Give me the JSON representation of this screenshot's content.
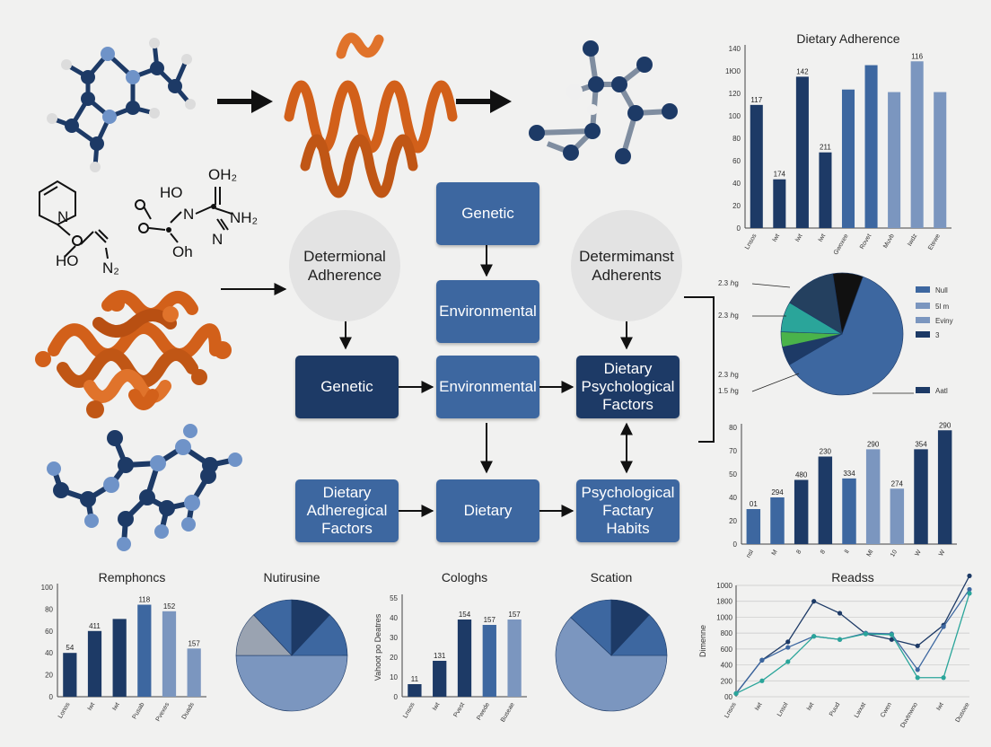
{
  "colors": {
    "navy": "#1d3a66",
    "mid": "#3d67a0",
    "light": "#7b96bf",
    "gray": "#9aa3b1",
    "orange": "#d2601a",
    "green": "#4ab34a",
    "teal": "#2aa59a",
    "black": "#111111"
  },
  "chem": {
    "struct_left_labels": [
      "HO",
      "N₂"
    ],
    "struct_right_labels": [
      "HO",
      "N",
      "OH₂",
      "NH₂",
      "Oh"
    ]
  },
  "flow": {
    "circle_left": "Determional Adherence",
    "circle_right": "Determimanst Adherents",
    "top_genetic": "Genetic",
    "top_env": "Environmental",
    "mid_genetic": "Genetic",
    "mid_env": "Environmental",
    "mid_dietary": "Dietary Psychological Factors",
    "bot_left": "Dietary Adheregical Factors",
    "bot_mid": "Dietary",
    "bot_right": "Psychological Factary Habits"
  },
  "chart_data": [
    {
      "type": "bar",
      "title": "Dietary Adherence",
      "yticks": [
        "140",
        "1Ю0",
        "120",
        "100",
        "80",
        "60",
        "40",
        "20",
        "0"
      ],
      "ylim": [
        0,
        140
      ],
      "categories": [
        "Lnsos",
        "Iwt",
        "Iwt",
        "Iwt",
        "Gwoxee",
        "Rovet",
        "Muvb",
        "Iwdz",
        "Etewe"
      ],
      "values": [
        96,
        38,
        118,
        59,
        108,
        127,
        106,
        130,
        106
      ],
      "colors": [
        "navy",
        "navy",
        "navy",
        "navy",
        "mid",
        "mid",
        "light",
        "light",
        "light"
      ],
      "bar_labels": [
        "117",
        "174",
        "142",
        "211",
        "",
        "",
        "",
        "116",
        ""
      ]
    },
    {
      "type": "pie",
      "left_labels": [
        "2.3 ℎg",
        "2.3 ℎg",
        "2.3 ℎg",
        "1.5 ℎg"
      ],
      "legend": [
        "Null",
        "5l m",
        "Eviny",
        "3",
        "Aatl"
      ],
      "slices": [
        61,
        5,
        4,
        8,
        14,
        8
      ],
      "colors": [
        "mid",
        "navy",
        "green",
        "teal",
        "#24405f",
        "black"
      ]
    },
    {
      "type": "bar",
      "yticks": [
        "80",
        "70",
        "50",
        "40",
        "20",
        "0"
      ],
      "ylim": [
        0,
        80
      ],
      "categories": [
        "nsl",
        "M",
        "8",
        "8",
        "ll",
        "Ml",
        "10",
        "W",
        "W"
      ],
      "values": [
        24,
        32,
        44,
        60,
        45,
        65,
        38,
        65,
        78
      ],
      "colors": [
        "mid",
        "mid",
        "navy",
        "navy",
        "mid",
        "light",
        "light",
        "navy",
        "navy"
      ],
      "bar_labels": [
        "01",
        "294",
        "480",
        "230",
        "334",
        "290",
        "274",
        "354",
        "290"
      ]
    },
    {
      "type": "bar",
      "title": "Remphoncs",
      "yticks": [
        "100",
        "80",
        "60",
        "40",
        "20",
        "0"
      ],
      "ylim": [
        0,
        100
      ],
      "categories": [
        "Lonos",
        "Iwt",
        "Iwt",
        "Pusab",
        "Pvexes",
        "Duads"
      ],
      "values": [
        40,
        60,
        71,
        84,
        78,
        44
      ],
      "colors": [
        "navy",
        "navy",
        "navy",
        "mid",
        "light",
        "light"
      ],
      "bar_labels": [
        "54",
        "411",
        "",
        "118",
        "152",
        "157"
      ]
    },
    {
      "type": "pie",
      "title": "Nutirusine",
      "slices": [
        50,
        13,
        12,
        12,
        13
      ],
      "colors": [
        "light",
        "gray",
        "mid",
        "navy",
        "mid"
      ]
    },
    {
      "type": "bar",
      "title": "Cologhs",
      "ylabel": "Vahoot po Deatres",
      "yticks": [
        "55",
        "40",
        "30",
        "20",
        "10",
        "0"
      ],
      "ylim": [
        0,
        55
      ],
      "categories": [
        "Lnsos",
        "Iwt",
        "Pvest",
        "Pwede",
        "Buseae"
      ],
      "values": [
        7,
        20,
        43,
        40,
        43
      ],
      "colors": [
        "navy",
        "navy",
        "navy",
        "mid",
        "light"
      ],
      "bar_labels": [
        "11",
        "131",
        "154",
        "157",
        "157"
      ]
    },
    {
      "type": "pie",
      "title": "Scation",
      "slices": [
        62,
        13,
        12,
        13
      ],
      "colors": [
        "light",
        "mid",
        "navy",
        "mid"
      ]
    },
    {
      "type": "line",
      "title": "Readss",
      "ylabel": "Dimenne",
      "yticks": [
        "1000",
        "1800",
        "1000",
        "800",
        "600",
        "400",
        "200",
        "00"
      ],
      "ylim": [
        0,
        1400
      ],
      "categories": [
        "Lnsos",
        "Iwt",
        "Lnsol",
        "Iwt",
        "Puud",
        "Lwxat",
        "Cwen",
        "Duvtnwno",
        "Iwt",
        "Dusoee"
      ],
      "series": [
        {
          "name": "",
          "values": [
            40,
            460,
            690,
            1200,
            1050,
            790,
            720,
            640,
            900,
            1520
          ],
          "color": "navy"
        },
        {
          "name": "",
          "values": [
            40,
            460,
            620,
            760,
            720,
            800,
            790,
            340,
            880,
            1350
          ],
          "color": "mid"
        },
        {
          "name": "",
          "values": [
            40,
            200,
            440,
            760,
            720,
            790,
            780,
            240,
            240,
            1300
          ],
          "color": "teal"
        }
      ]
    }
  ]
}
